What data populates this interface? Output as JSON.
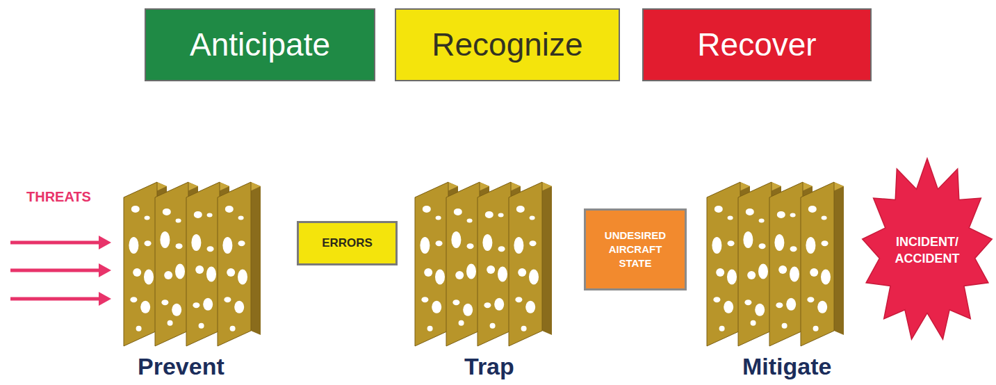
{
  "diagram": {
    "nodes": [
      {
        "text": [
          "Anticipate"
        ]
      },
      {
        "text": [
          "Recognize"
        ]
      },
      {
        "text": [
          "Recover"
        ]
      },
      {
        "text": [
          "ERRORS"
        ]
      },
      {
        "text": [
          "UNDESIRED AIRCRAFT STATE"
        ]
      },
      {
        "text": [
          "INCIDENT/ ACCIDENT"
        ]
      }
    ],
    "labels": [
      "THREATS",
      "Prevent",
      "Trap",
      "Mitigate"
    ]
  }
}
